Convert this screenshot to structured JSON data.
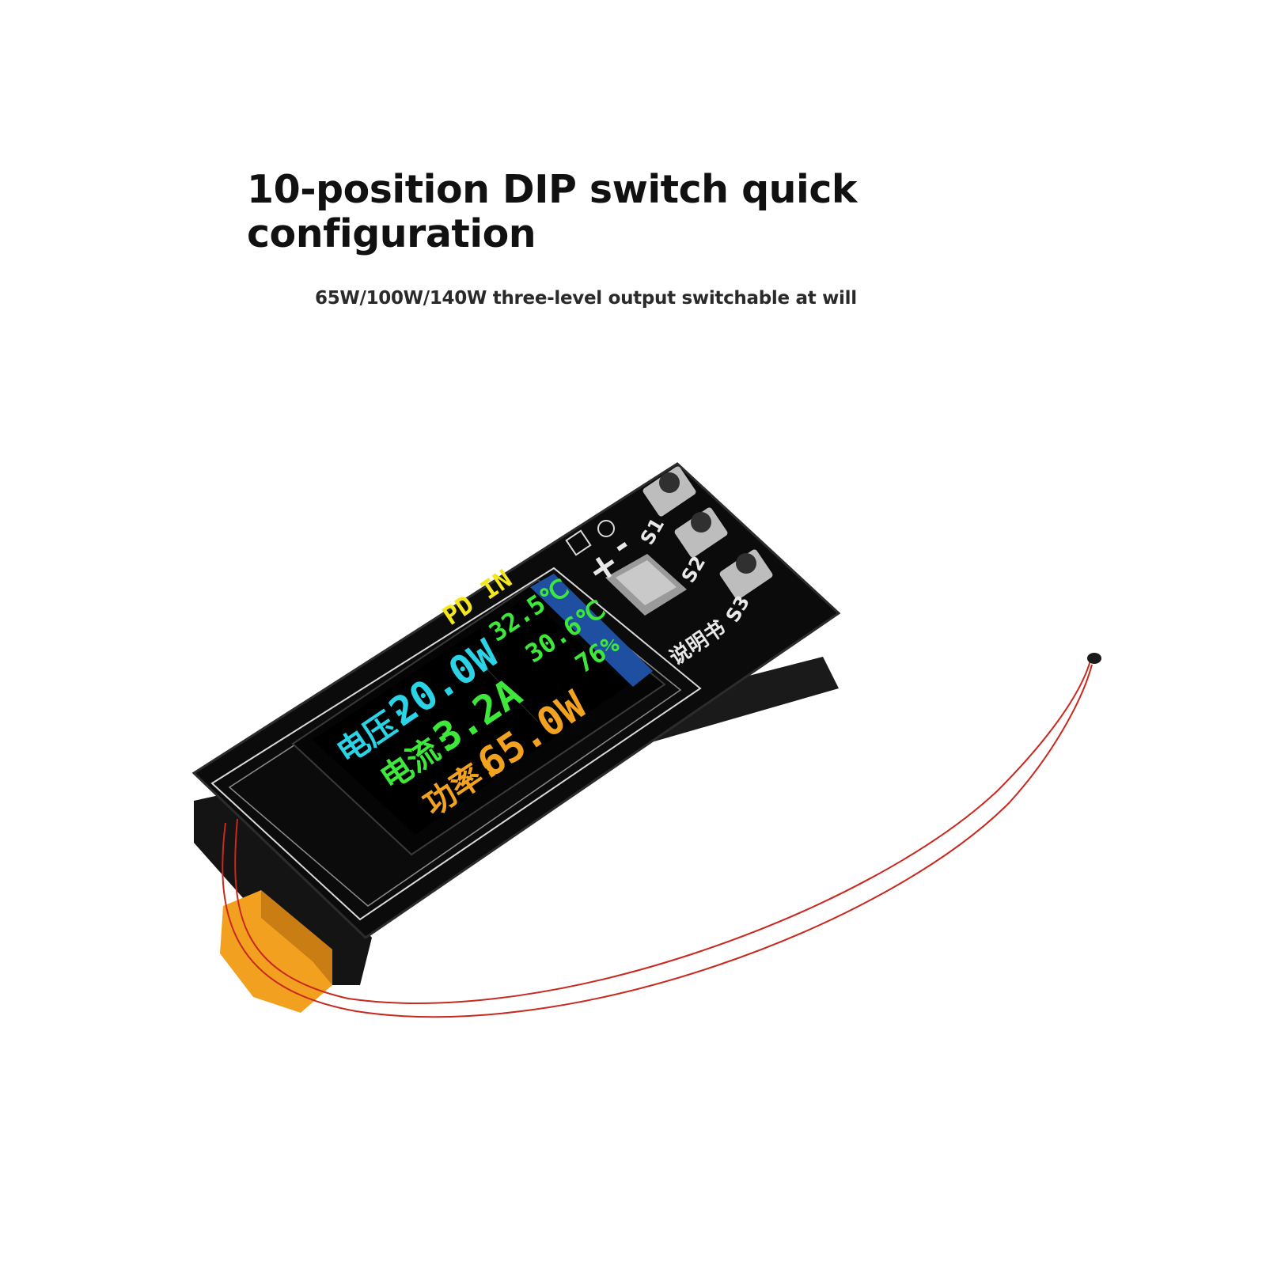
{
  "header": {
    "title_line1": "10-position DIP switch quick",
    "title_line2": "configuration",
    "subtitle": "65W/100W/140W three-level output switchable at will"
  },
  "display": {
    "voltage_label": "电压:",
    "voltage_value": "20.0W",
    "current_label": "电流:",
    "current_value": "3.2A",
    "power_label": "功率:",
    "power_value": "65.0W",
    "mode": "PD IN",
    "temp1": "32.5℃",
    "temp2": "30.6℃",
    "percent": "76%"
  },
  "board": {
    "button1": "S1",
    "button2": "S2",
    "button3": "S3",
    "plus": "+",
    "minus": "-",
    "manual": "说明书"
  },
  "colors": {
    "board": "#0b0b0b",
    "voltage": "#2ad4e6",
    "current": "#3ee83a",
    "power": "#f2a21e",
    "mode": "#f4e81c",
    "wire": "#c8281e",
    "connector": "#f2a020"
  }
}
